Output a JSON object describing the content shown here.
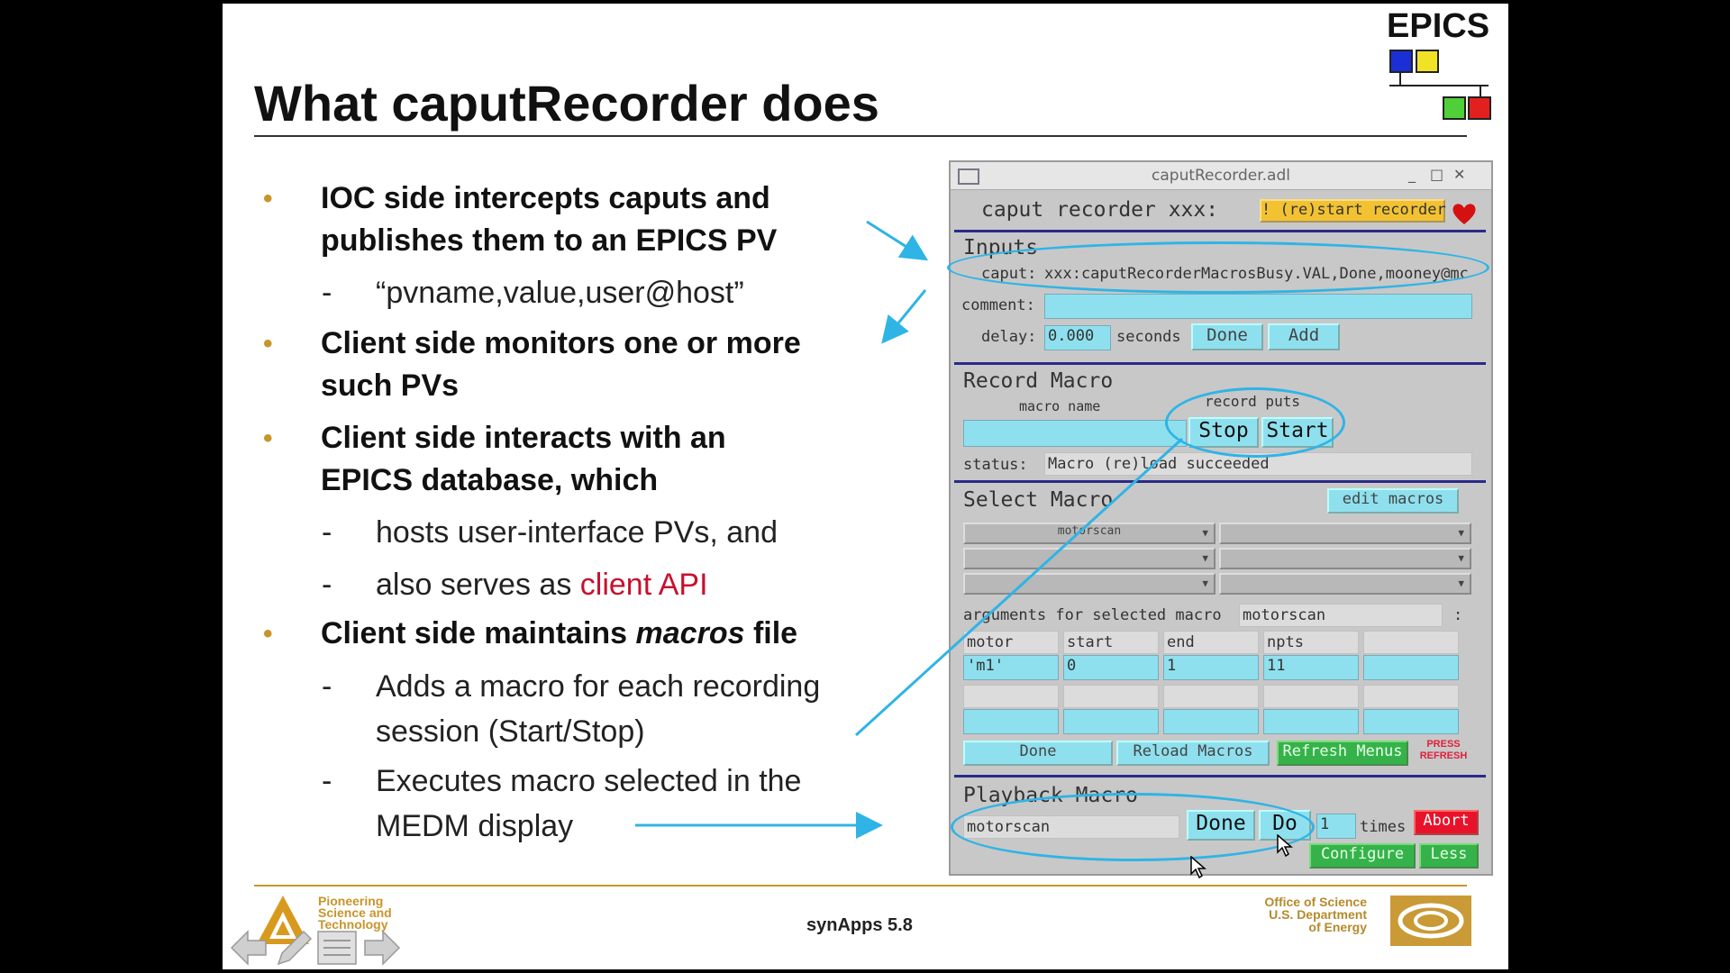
{
  "slide": {
    "title": "What caputRecorder does",
    "logo_text": "EPICS",
    "footer_center": "synApps 5.8",
    "anl_tagline": [
      "Pioneering",
      "Science and",
      "Technology"
    ],
    "doe_text": [
      "Office of Science",
      "U.S. Department",
      "of Energy"
    ]
  },
  "bullets": [
    {
      "lines": [
        "IOC side intercepts caputs and",
        "publishes them to an EPICS PV"
      ]
    },
    {
      "lines": [
        "Client side monitors one or more",
        "such PVs"
      ]
    },
    {
      "lines": [
        "Client side interacts with an",
        "EPICS database, which"
      ]
    },
    {
      "pre": "Client side maintains ",
      "italic": "macros",
      "post": " file"
    }
  ],
  "subs": [
    {
      "text": "“pvname,value,user@host”"
    },
    {
      "text": "hosts user-interface PVs, and"
    },
    {
      "pre": "also serves as ",
      "red": "client API"
    },
    {
      "lines": [
        "Adds a macro for each recording",
        "session (Start/Stop)"
      ]
    },
    {
      "lines": [
        "Executes macro selected in the",
        "MEDM display"
      ]
    }
  ],
  "dash": "-",
  "bullet_char": "•",
  "window": {
    "title": "caputRecorder.adl",
    "minimize": "_",
    "maximize": "□",
    "close": "✕",
    "header": "caput recorder xxx:",
    "restart_button": "! (re)start recorder",
    "inputs": {
      "heading": "Inputs",
      "caput_label": "caput:",
      "caput_value": "xxx:caputRecorderMacrosBusy.VAL,Done,mooney@mc",
      "comment_label": "comment:",
      "comment_value": "",
      "delay_label": "delay:",
      "delay_value": "0.000",
      "seconds_label": "seconds",
      "done_button": "Done",
      "add_button": "Add"
    },
    "record": {
      "heading": "Record Macro",
      "macro_name_label": "macro name",
      "record_puts_label": "record puts",
      "stop_button": "Stop",
      "start_button": "Start",
      "status_label": "status:",
      "status_value": "Macro (re)load succeeded"
    },
    "select": {
      "heading": "Select Macro",
      "edit_button": "edit macros",
      "menus": [
        "motorscan",
        "",
        "",
        "",
        "",
        ""
      ],
      "args_label": "arguments for selected macro",
      "args_macro": "motorscan",
      "args_colon": ":",
      "columns": [
        "motor",
        "start",
        "end",
        "npts",
        ""
      ],
      "row1": [
        "'m1'",
        "0",
        "1",
        "11",
        ""
      ],
      "done_button": "Done",
      "reload_button": "Reload Macros",
      "refresh_button": "Refresh Menus",
      "press_refresh": [
        "PRESS",
        "REFRESH"
      ]
    },
    "playback": {
      "heading": "Playback Macro",
      "macro_value": "motorscan",
      "done_button": "Done",
      "do_button": "Do",
      "times_value": "1",
      "times_label": "times",
      "abort_button": "Abort",
      "configure_button": "Configure",
      "less_button": "Less"
    }
  },
  "colors": {
    "accent": "#2fb4e6",
    "bullet": "#c8952c",
    "medm_field": "#8fe0ee",
    "medm_bg": "#c8c8c8",
    "restart_button": "#f2c232",
    "abort_button": "#e8132a",
    "green_button": "#35b34a"
  }
}
